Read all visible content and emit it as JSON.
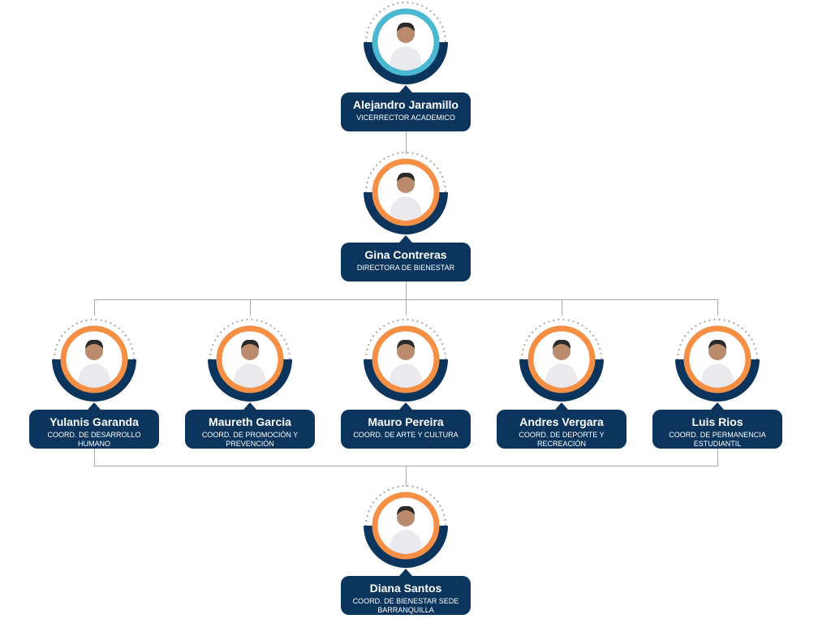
{
  "colors": {
    "navy": "#0b355c",
    "ring_top": "#4ab8d0",
    "ring": "#f58f45",
    "line": "#a9a9a9"
  },
  "nodes": [
    {
      "name": "Alejandro Jaramillo",
      "role": "VICERRECTOR ACADEMICO",
      "ring": "teal"
    },
    {
      "name": "Gina Contreras",
      "role": "DIRECTORA DE BIENESTAR",
      "ring": "orange"
    },
    {
      "name": "Yulanis Garanda",
      "role": "COORD. DE DESARROLLO HUMANO",
      "ring": "orange"
    },
    {
      "name": "Maureth Garcia",
      "role": "COORD. DE PROMOCIÓN Y PREVENCIÓN",
      "ring": "orange"
    },
    {
      "name": "Mauro Pereira",
      "role": "COORD. DE ARTE Y CULTURA",
      "ring": "orange"
    },
    {
      "name": "Andres Vergara",
      "role": "COORD. DE DEPORTE Y RECREACIÓN",
      "ring": "orange"
    },
    {
      "name": "Luis Rios",
      "role": "COORD. DE PERMANENCIA ESTUDIANTIL",
      "ring": "orange"
    },
    {
      "name": "Diana Santos",
      "role": "COORD. DE BIENESTAR SEDE BARRANQUILLA",
      "ring": "orange"
    }
  ]
}
